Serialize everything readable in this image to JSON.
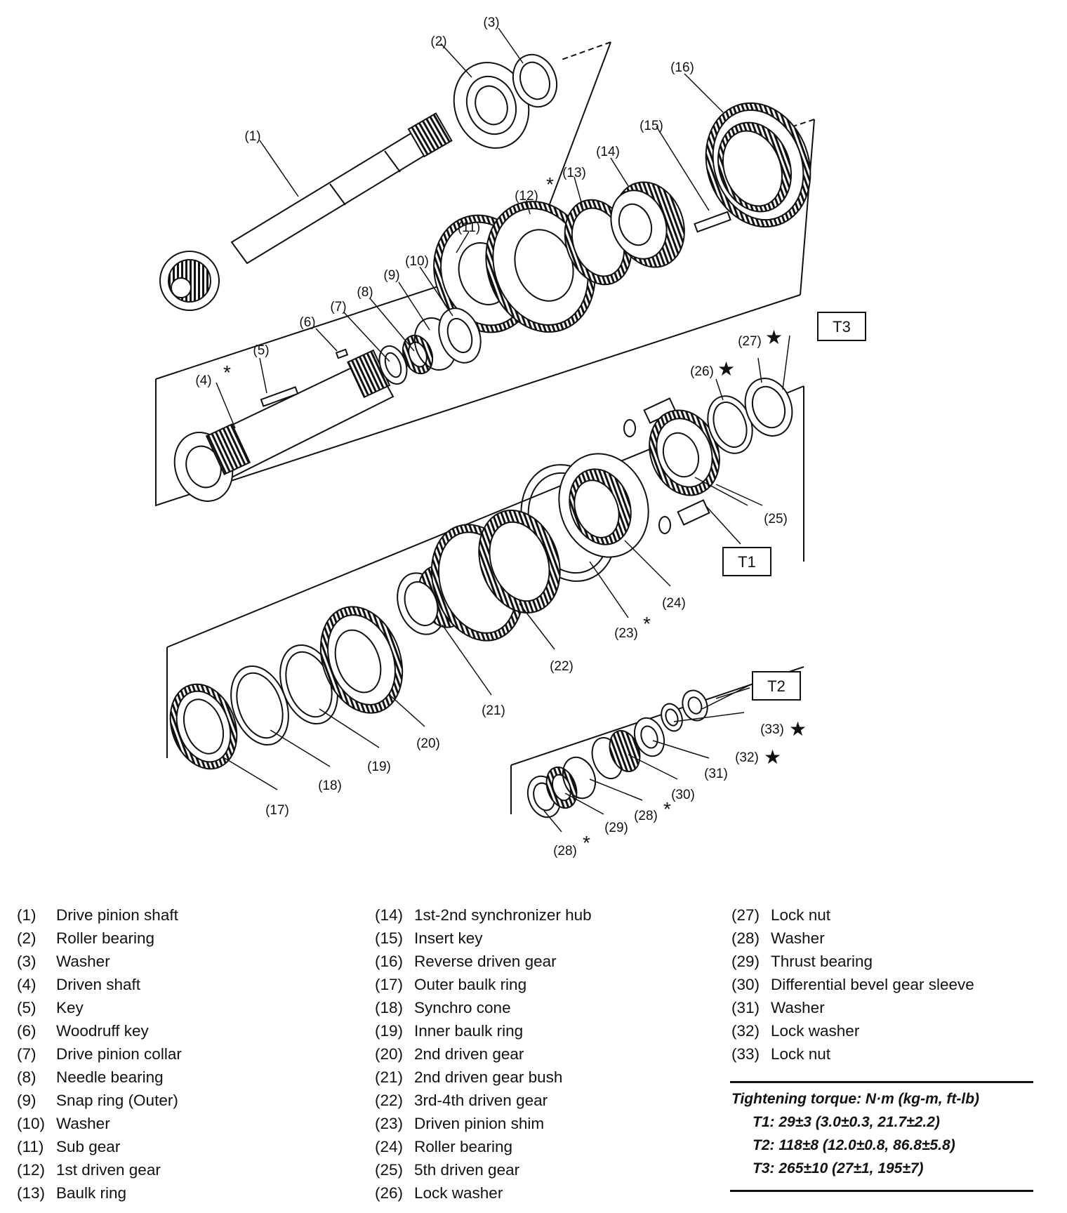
{
  "callouts": {
    "p1": "(1)",
    "p2": "(2)",
    "p3": "(3)",
    "p4": "(4)",
    "p5": "(5)",
    "p6": "(6)",
    "p7": "(7)",
    "p8": "(8)",
    "p9": "(9)",
    "p10": "(10)",
    "p11": "(11)",
    "p12": "(12)",
    "p13": "(13)",
    "p14": "(14)",
    "p15": "(15)",
    "p16": "(16)",
    "p17": "(17)",
    "p18": "(18)",
    "p19": "(19)",
    "p20": "(20)",
    "p21": "(21)",
    "p22": "(22)",
    "p23": "(23)",
    "p24": "(24)",
    "p25": "(25)",
    "p26": "(26)",
    "p27": "(27)",
    "p28": "(28)",
    "p29": "(29)",
    "p30": "(30)",
    "p31": "(31)",
    "p32": "(32)",
    "p33": "(33)"
  },
  "torque_boxes": {
    "t1": "T1",
    "t2": "T2",
    "t3": "T3"
  },
  "marks": {
    "asterisk": "*",
    "star": "★"
  },
  "legend": {
    "col1": [
      {
        "num": "(1)",
        "name": "Drive pinion shaft"
      },
      {
        "num": "(2)",
        "name": "Roller bearing"
      },
      {
        "num": "(3)",
        "name": "Washer"
      },
      {
        "num": "(4)",
        "name": "Driven shaft"
      },
      {
        "num": "(5)",
        "name": "Key"
      },
      {
        "num": "(6)",
        "name": "Woodruff key"
      },
      {
        "num": "(7)",
        "name": "Drive pinion collar"
      },
      {
        "num": "(8)",
        "name": "Needle bearing"
      },
      {
        "num": "(9)",
        "name": "Snap ring (Outer)"
      },
      {
        "num": "(10)",
        "name": "Washer"
      },
      {
        "num": "(11)",
        "name": "Sub gear"
      },
      {
        "num": "(12)",
        "name": "1st driven gear"
      },
      {
        "num": "(13)",
        "name": "Baulk ring"
      }
    ],
    "col2": [
      {
        "num": "(14)",
        "name": "1st-2nd synchronizer hub"
      },
      {
        "num": "(15)",
        "name": "Insert key"
      },
      {
        "num": "(16)",
        "name": "Reverse driven gear"
      },
      {
        "num": "(17)",
        "name": "Outer baulk ring"
      },
      {
        "num": "(18)",
        "name": "Synchro cone"
      },
      {
        "num": "(19)",
        "name": "Inner baulk ring"
      },
      {
        "num": "(20)",
        "name": "2nd driven gear"
      },
      {
        "num": "(21)",
        "name": "2nd driven gear bush"
      },
      {
        "num": "(22)",
        "name": "3rd-4th driven gear"
      },
      {
        "num": "(23)",
        "name": "Driven pinion shim"
      },
      {
        "num": "(24)",
        "name": "Roller bearing"
      },
      {
        "num": "(25)",
        "name": "5th driven gear"
      },
      {
        "num": "(26)",
        "name": "Lock washer"
      }
    ],
    "col3": [
      {
        "num": "(27)",
        "name": "Lock nut"
      },
      {
        "num": "(28)",
        "name": "Washer"
      },
      {
        "num": "(29)",
        "name": "Thrust bearing"
      },
      {
        "num": "(30)",
        "name": "Differential bevel gear sleeve"
      },
      {
        "num": "(31)",
        "name": "Washer"
      },
      {
        "num": "(32)",
        "name": "Lock washer"
      },
      {
        "num": "(33)",
        "name": "Lock nut"
      }
    ]
  },
  "torque_spec": {
    "heading": "Tightening torque: N·m (kg-m, ft-lb)",
    "t1": "T1: 29±3 (3.0±0.3, 21.7±2.2)",
    "t2": "T2: 118±8 (12.0±0.8, 86.8±5.8)",
    "t3": "T3: 265±10 (27±1, 195±7)"
  }
}
